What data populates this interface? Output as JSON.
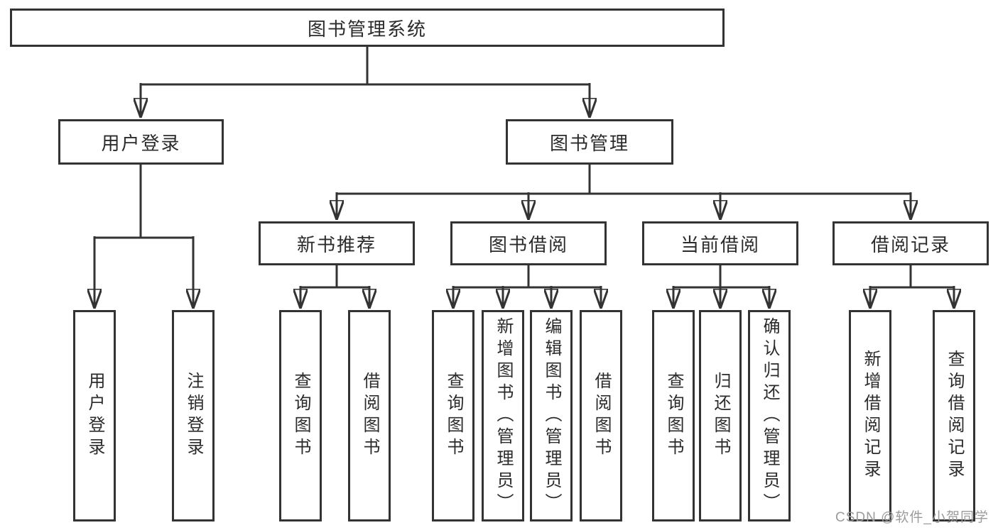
{
  "tree": {
    "root": {
      "label": "图书管理系统"
    },
    "branches": [
      {
        "label": "用户登录",
        "children": [
          {
            "label": "用户登录"
          },
          {
            "label": "注销登录"
          }
        ]
      },
      {
        "label": "图书管理",
        "children": [
          {
            "label": "新书推荐",
            "children": [
              {
                "label": "查询图书"
              },
              {
                "label": "借阅图书"
              }
            ]
          },
          {
            "label": "图书借阅",
            "children": [
              {
                "label": "查询图书"
              },
              {
                "label": "新增图书（管理员）"
              },
              {
                "label": "编辑图书（管理员）"
              },
              {
                "label": "借阅图书"
              }
            ]
          },
          {
            "label": "当前借阅",
            "children": [
              {
                "label": "查询图书"
              },
              {
                "label": "归还图书"
              },
              {
                "label": "确认归还（管理员）"
              }
            ]
          },
          {
            "label": "借阅记录",
            "children": [
              {
                "label": "新增借阅记录"
              },
              {
                "label": "查询借阅记录"
              }
            ]
          }
        ]
      }
    ]
  },
  "colors": {
    "line": "#333333",
    "text": "#2b2b2b",
    "watermark_gray": "#9b9b9b"
  },
  "watermark": "CSDN @软件_小贺同学"
}
